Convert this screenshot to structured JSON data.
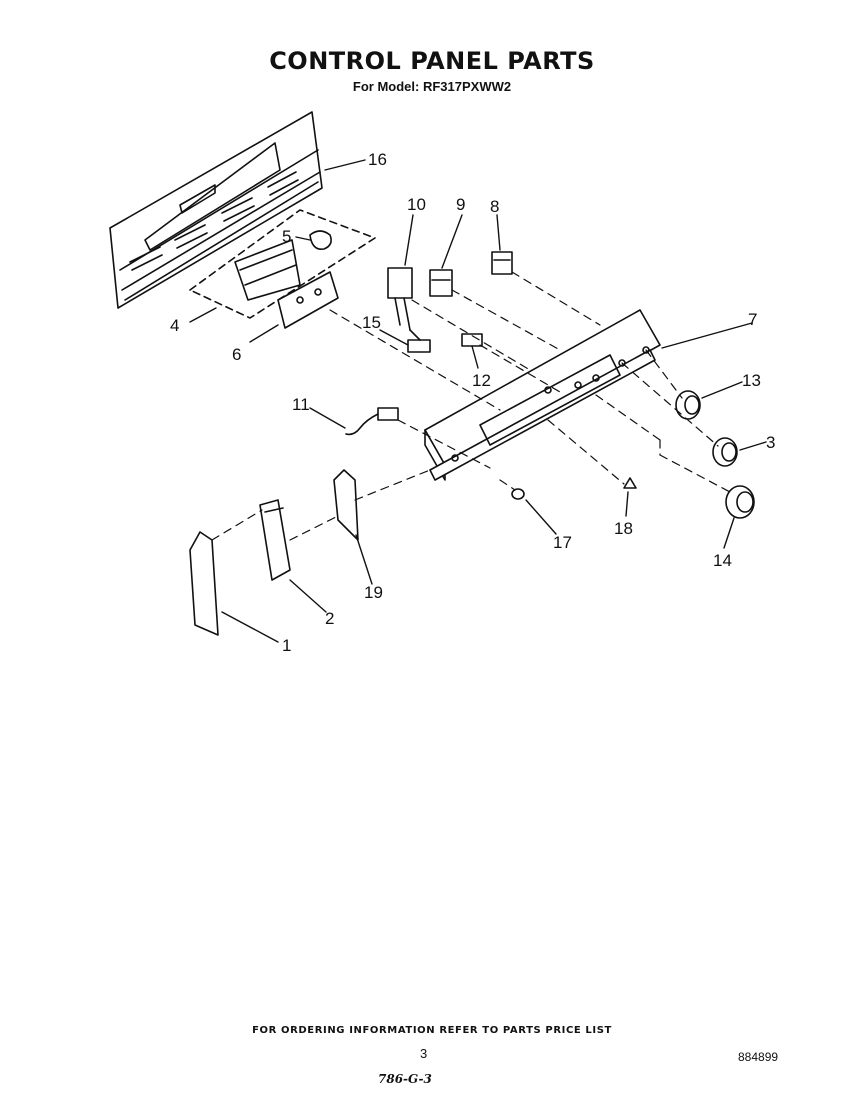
{
  "header": {
    "title": "CONTROL PANEL PARTS",
    "model": "For Model: RF317PXWW2"
  },
  "callouts": [
    "1",
    "2",
    "3",
    "4",
    "5",
    "6",
    "7",
    "8",
    "9",
    "10",
    "11",
    "12",
    "13",
    "14",
    "15",
    "16",
    "17",
    "18",
    "19"
  ],
  "footer": {
    "ordering_note": "FOR ORDERING INFORMATION REFER TO PARTS PRICE LIST",
    "page_number": "3",
    "document_number": "884899",
    "handwritten_note": "786-G-3"
  }
}
